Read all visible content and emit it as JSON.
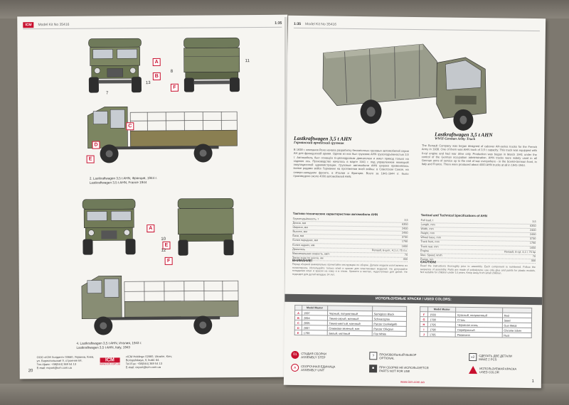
{
  "left_page": {
    "header": {
      "logo": "ICM",
      "model": "Model Kit No 35416",
      "scale": "1:35"
    },
    "callouts": {
      "A": "A",
      "B": "B",
      "C": "C",
      "D": "D",
      "E": "E",
      "F": "F"
    },
    "part_numbers": {
      "n7": "7",
      "n13": "13",
      "n8": "8",
      "n11": "11",
      "n12": "12",
      "n10": "10"
    },
    "captions": {
      "v1_ru": "2. Lastkraftwagen 3,5 t AHN, Франция, 1944 г.",
      "v1_en": "Lastkraftwagen 3,5 t AHN, France 1944",
      "v2_ru": "4. Lastkraftwagen 3,5 t AHN, Италия, 1943 г.",
      "v2_en": "Lastkraftwagen 3,5 t AHN, Italy, 1943"
    },
    "footer": {
      "addr_ru1": "ООО «ICM Холдинг» 02660, Украина, Киев,",
      "addr_ru2": "ул. Бориспольская 9, строение 64.",
      "addr_ru3": "Тел./факс: +38(044) 369 54 13",
      "addr_ru4": "E-mail: export@icm.com.ua",
      "logo": "ICM",
      "website": "www.icm.com.ua",
      "addr_en1": "«ICM Holding» 02660, Ukraine, Kiev,",
      "addr_en2": "Borispolskaya, 9, build. 64.",
      "addr_en3": "Tel./Fax: +38(044) 369 54 13",
      "addr_en4": "E-mail: export@icm.com.ua"
    },
    "page_number": "20"
  },
  "right_page": {
    "header": {
      "scale": "1:35",
      "model": "Model Kit No 35416"
    },
    "title_ru": {
      "line1": "Lastkraftwagen 3,5 t AHN",
      "line2": "Германский армейский грузовик"
    },
    "title_en": {
      "line1": "Lastkraftwagen 3,5 t AHN",
      "line2": "WWII German Army Truck"
    },
    "history_ru": "В 1938 г. компания Рено начала разработку бескапотных грузовых автомобилей серии AH для французской армии. Одним из них был грузовик AHN грузоподъёмностью 3,5 т. Автомобиль был оснащён 6-цилиндровым двигателем и имел привод только на заднюю ось. Производство началось в марте 1941 г. под управлением немецкой оккупационной администрации. Грузовые автомобили AHN широко применялись всеми родами войск Германии на протяжении всей войны: в Советском Союзе, на северо-западном фронте, в Италии и Франции. Всего за 1941-1944 гг. было произведено около 4000 автомобилей AHN.",
    "history_en": "The Renault Company was began designed of cabover AH-series trucks for the French Army in 1938. One of them was AHN truck of 3,5 t capacity. This truck was equipped with 6-cyl engine and had rear drive only. Production was began in March 1941 under the control of the German occupation administration. AHN trucks were widely used in all German arms of service up to the end of war everywhere - in the Soviet-German front, in Italy and France. There were produced about 4000 AHN trucks at all in 1941-1944.",
    "specs_ru": {
      "title": "Тактико-технические характеристики автомобиля AHN",
      "rows": [
        {
          "k": "Грузоподъёмность, т",
          "v": "3,5"
        },
        {
          "k": "Длина, мм",
          "v": "6350"
        },
        {
          "k": "Ширина, мм",
          "v": "2400"
        },
        {
          "k": "Высота, мм",
          "v": "2490"
        },
        {
          "k": "База, мм",
          "v": "3730"
        },
        {
          "k": "Колея передних, мм",
          "v": "1790"
        },
        {
          "k": "Колея задних, мм",
          "v": "1650"
        },
        {
          "k": "Двигатель",
          "v": "Renault, 6-цил., 4,1 л, 75 л.с."
        },
        {
          "k": "Максимальная скорость, км/ч",
          "v": "70"
        },
        {
          "k": "Запас хода по шоссе, км",
          "v": "300"
        }
      ]
    },
    "specs_en": {
      "title": "Tactical and Technical Specifications of AHN",
      "rows": [
        {
          "k": "Full load, t",
          "v": "3,5"
        },
        {
          "k": "Length, mm",
          "v": "6350"
        },
        {
          "k": "Width, mm",
          "v": "2400"
        },
        {
          "k": "Height, mm",
          "v": "2490"
        },
        {
          "k": "Wheel base, mm",
          "v": "3730"
        },
        {
          "k": "Track front, mm",
          "v": "1790"
        },
        {
          "k": "Track rear, mm",
          "v": "1650"
        },
        {
          "k": "Engine",
          "v": "Renault, 6-cyl, 4,1 l, 75 hp"
        },
        {
          "k": "Max. Speed, km/h",
          "v": "70"
        },
        {
          "k": "Range, km",
          "v": "300"
        }
      ]
    },
    "warning_ru": {
      "title": "ВНИМАНИЕ!",
      "text": "Перед сборкой внимательно прочитайте инструкцию по сборке. Детали модели изготовлены из полистирола. Используйте только клей и краски для пластиковых моделей. Не допускайте попадания клея и краски на кожу и в глаза. Храните в местах, недоступных для детей. Не подходит для детей младше 14 лет."
    },
    "warning_en": {
      "title": "CAUTION!",
      "text": "Read the instructions thoroughly prior to assembly. Each component is numbered. Follow the sequence of assembly. Parts are made of polystyrene; use only glue and paints for plastic models. Not suitable for children under 14 years. Keep away from small children."
    },
    "paints_title": "ИСПОЛЬЗУЕМЫЕ КРАСКИ / USED COLORS:",
    "paints_header": {
      "model_master": "Model Master"
    },
    "paints_left": [
      {
        "letter": "A",
        "code": "1597",
        "ru": "Черный, полуматовый",
        "en": "Semigloss Black"
      },
      {
        "letter": "B",
        "code": "2094",
        "ru": "Темно-серый, матовый",
        "en": "Schwarzgrau"
      },
      {
        "letter": "C",
        "code": "2095",
        "ru": "Темно-желтый, матовый",
        "en": "Panzer Dunkelgelb"
      },
      {
        "letter": "D",
        "code": "2097",
        "ru": "Оливково-зеленый, мат.",
        "en": "Panzer Olivgrun"
      },
      {
        "letter": "E",
        "code": "1768",
        "ru": "Белый, матовый",
        "en": "Flat White"
      }
    ],
    "paints_right": [
      {
        "letter": "F",
        "code": "1503",
        "ru": "Красный, полуматовый",
        "en": "Red"
      },
      {
        "letter": "G",
        "code": "1780",
        "ru": "Сталь",
        "en": "Steel"
      },
      {
        "letter": "H",
        "code": "1795",
        "ru": "Черненая сталь",
        "en": "Gun Metal"
      },
      {
        "letter": "I",
        "code": "1790",
        "ru": "Серебристый",
        "en": "Chrome Silver"
      },
      {
        "letter": "J",
        "code": "1785",
        "ru": "Ржавчина",
        "en": "Rust"
      }
    ],
    "legend": [
      {
        "sym": "01",
        "ru": "СТАДИЯ СБОРКИ",
        "en": "ASSEMBLY STEP"
      },
      {
        "sym": "A",
        "ru": "СБОРОЧНАЯ ЕДИНИЦА",
        "en": "ASSEMBLY UNIT"
      },
      {
        "sym": "?",
        "ru": "ПРОИЗВОЛЬНЫЙ ВЫБОР",
        "en": "OPTIONAL"
      },
      {
        "sym": "■",
        "ru": "ПРИ СБОРКЕ НЕ ИСПОЛЬЗУЕТСЯ",
        "en": "PARTS NOT FOR USE"
      },
      {
        "sym": "x2",
        "ru": "СДЕЛАТЬ ДВЕ ДЕТАЛИ",
        "en": "MAKE 2 PCS"
      },
      {
        "sym": "A",
        "ru": "ИСПОЛЬЗУЕМАЯ КРАСКА",
        "en": "USED COLOR"
      }
    ],
    "website": "www.icm.com.ua",
    "page_number": "1"
  }
}
